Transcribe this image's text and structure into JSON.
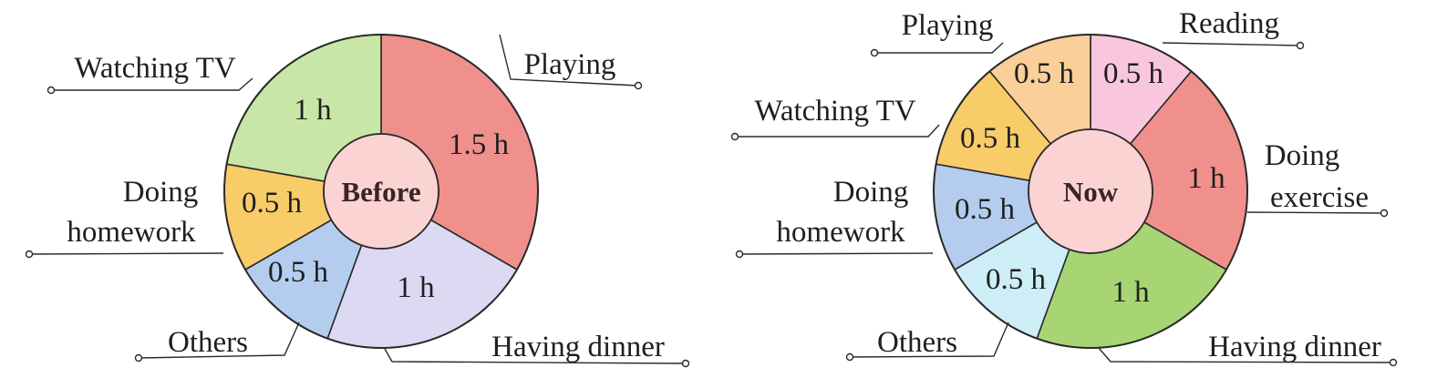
{
  "chart_data": [
    {
      "type": "pie",
      "center_label": "Before",
      "unit": "h",
      "slices": [
        {
          "label": "Playing",
          "value": 1.5,
          "value_label": "1.5 h",
          "color": "#f0908c"
        },
        {
          "label": "Having dinner",
          "value": 1,
          "value_label": "1 h",
          "color": "#dcdaf2"
        },
        {
          "label": "Others",
          "value": 0.5,
          "value_label": "0.5 h",
          "color": "#b4cdef"
        },
        {
          "label": "Doing homework",
          "value": 0.5,
          "value_label": "0.5 h",
          "color": "#f9cc6a"
        },
        {
          "label": "Watching TV",
          "value": 1,
          "value_label": "1 h",
          "color": "#c8e6a6"
        }
      ]
    },
    {
      "type": "pie",
      "center_label": "Now",
      "unit": "h",
      "slices": [
        {
          "label": "Reading",
          "value": 0.5,
          "value_label": "0.5 h",
          "color": "#f8c7de"
        },
        {
          "label": "Doing exercise",
          "value": 1,
          "value_label": "1 h",
          "color": "#f0908c"
        },
        {
          "label": "Having dinner",
          "value": 1,
          "value_label": "1 h",
          "color": "#a7d574"
        },
        {
          "label": "Others",
          "value": 0.5,
          "value_label": "0.5 h",
          "color": "#cdeef7"
        },
        {
          "label": "Doing homework",
          "value": 0.5,
          "value_label": "0.5 h",
          "color": "#b4cdef"
        },
        {
          "label": "Watching TV",
          "value": 0.5,
          "value_label": "0.5 h",
          "color": "#f9cc6a"
        },
        {
          "label": "Playing",
          "value": 0.5,
          "value_label": "0.5 h",
          "color": "#fbcf9a"
        }
      ]
    }
  ],
  "hub_color": "#fbd3d3"
}
